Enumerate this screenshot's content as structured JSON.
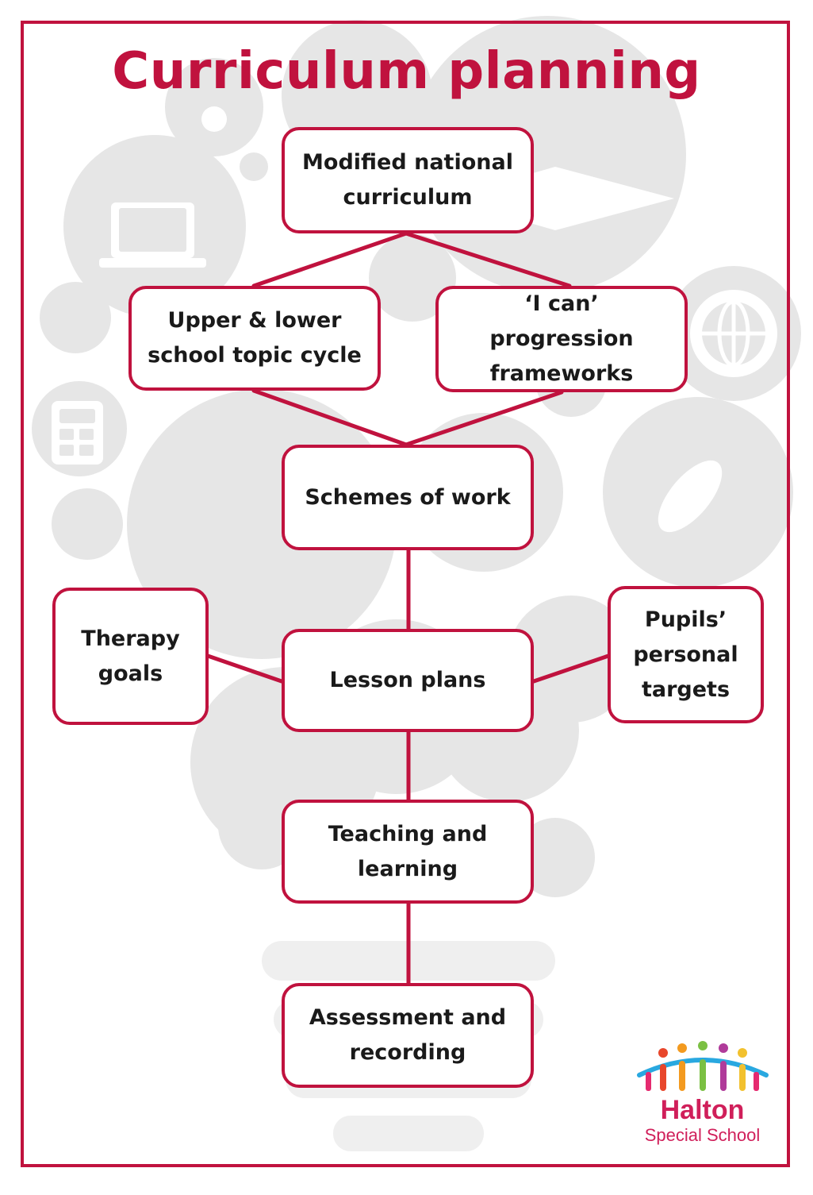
{
  "title": "Curriculum planning",
  "colors": {
    "accent": "#c0123e",
    "background_icons": "#e3e3e3",
    "text": "#1a1a1a"
  },
  "nodes": {
    "modified_curriculum": "Modified national\ncurriculum",
    "topic_cycle": "Upper & lower\nschool topic cycle",
    "i_can": "‘I can’ progression\nframeworks",
    "schemes": "Schemes of work",
    "therapy": "Therapy\ngoals",
    "lesson_plans": "Lesson plans",
    "pupils_targets": "Pupils’\npersonal\ntargets",
    "teaching": "Teaching and\nlearning",
    "assessment": "Assessment and\nrecording"
  },
  "logo": {
    "name": "Halton",
    "subtitle": "Special  School",
    "figure_colors": [
      "#e8462b",
      "#f39a1f",
      "#7bc043",
      "#b03b9a",
      "#f2c12e",
      "#e52a6f"
    ],
    "arc_color": "#29a8e0"
  }
}
